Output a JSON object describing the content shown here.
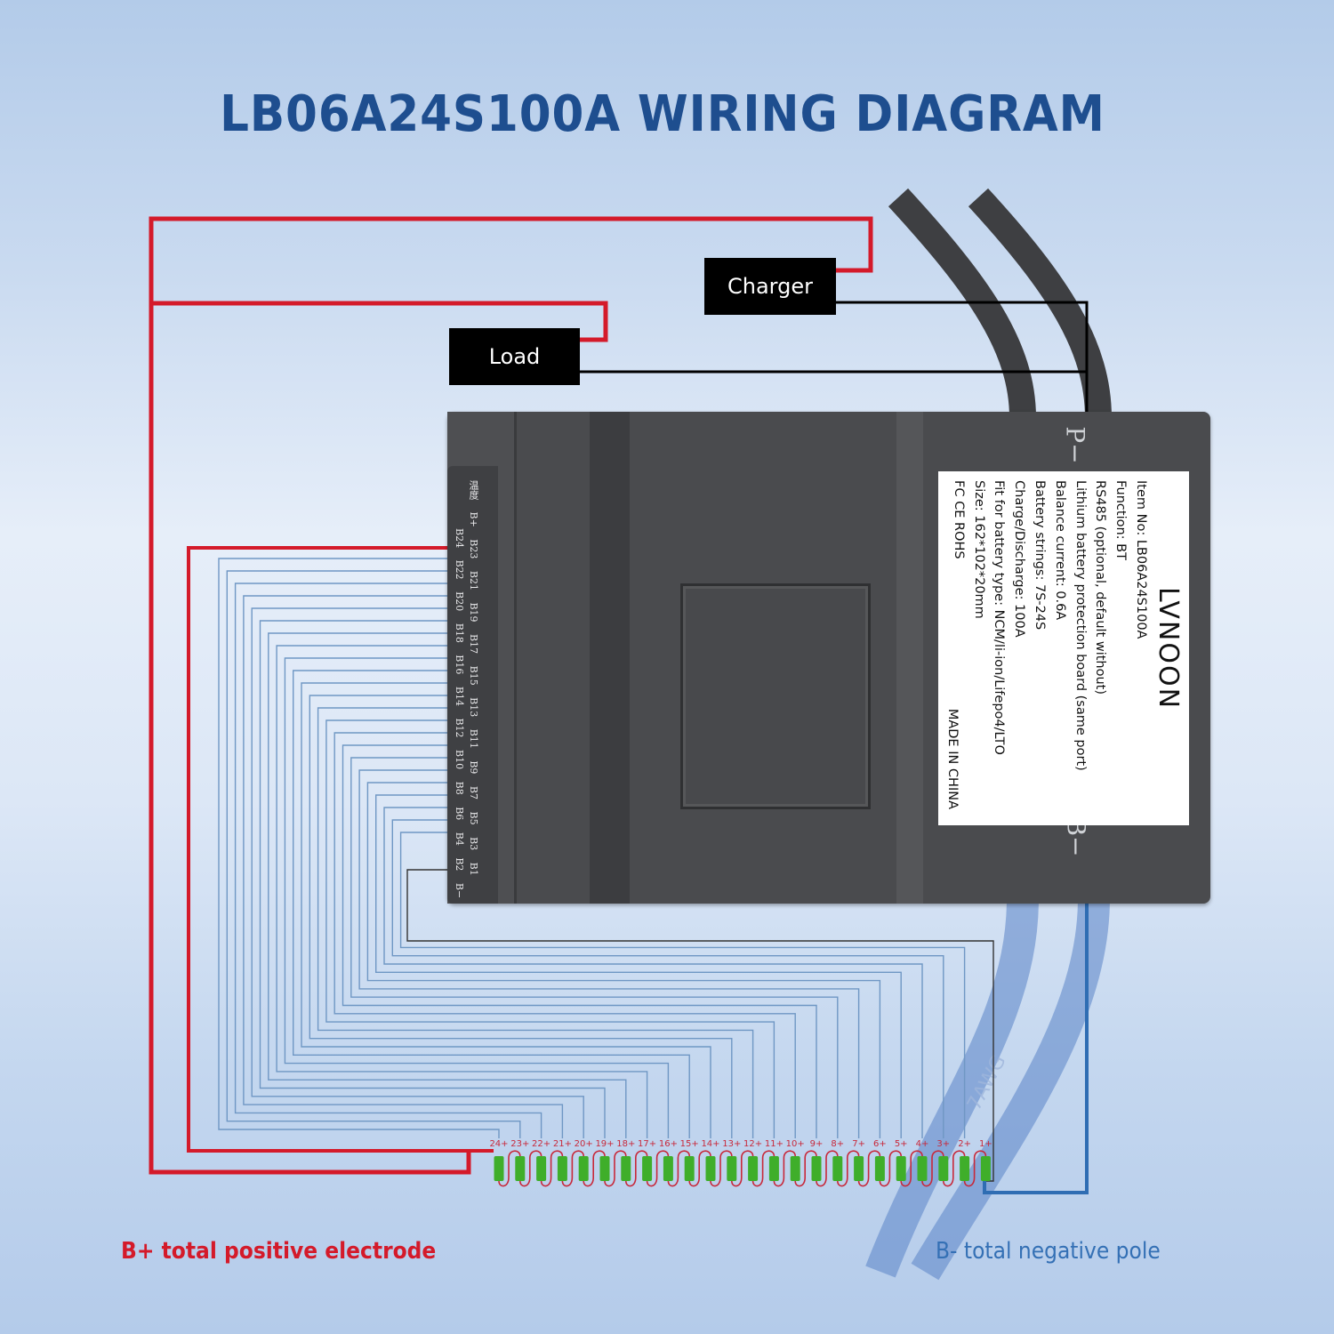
{
  "title": "LB06A24S100A WIRING DIAGRAM",
  "boxes": {
    "charger": "Charger",
    "load": "Load"
  },
  "board": {
    "ports": {
      "p_minus": "P−",
      "b_minus": "B−"
    },
    "connector_labels": {
      "temp_label": "温度",
      "row_odd": "B+ B23 B21 B19 B17 B15 B13 B11 B9 B7 B5 B3 B1",
      "row_even": "B24 B22 B20 B18 B16 B14 B12 B10 B8 B6 B4 B2 B−"
    },
    "label": {
      "brand": "LVNOON",
      "lines": [
        "Item No: LB06A24S100A",
        "Function: BT",
        "RS485 (optional, default without)",
        "Lithium battery protection board (same port)",
        "Balance current: 0.6A",
        "Battery strings: 7S-24S",
        "Charge/Discharge: 100A",
        "Fit for battery type: NCM/li-ion/Lifepo4/LTO",
        "Size: 162*102*20mm",
        "FC CE ROHS"
      ],
      "made_in": "MADE IN CHINA"
    }
  },
  "cable_marking": "7AWG",
  "cells": {
    "count": 24,
    "labels": [
      "24+",
      "23+",
      "22+",
      "21+",
      "20+",
      "19+",
      "18+",
      "17+",
      "16+",
      "15+",
      "14+",
      "13+",
      "12+",
      "11+",
      "10+",
      "9+",
      "8+",
      "7+",
      "6+",
      "5+",
      "4+",
      "3+",
      "2+",
      "1+"
    ]
  },
  "legend": {
    "positive": "B+ total positive electrode",
    "negative": "B- total negative pole"
  },
  "colors": {
    "title": "#1e4e8f",
    "positive_wire": "#d41a2a",
    "negative_wire": "#2f6db3",
    "balance_wire": "#6f97c4",
    "signal_wire": "#000000",
    "cell": "#3fae2a"
  }
}
